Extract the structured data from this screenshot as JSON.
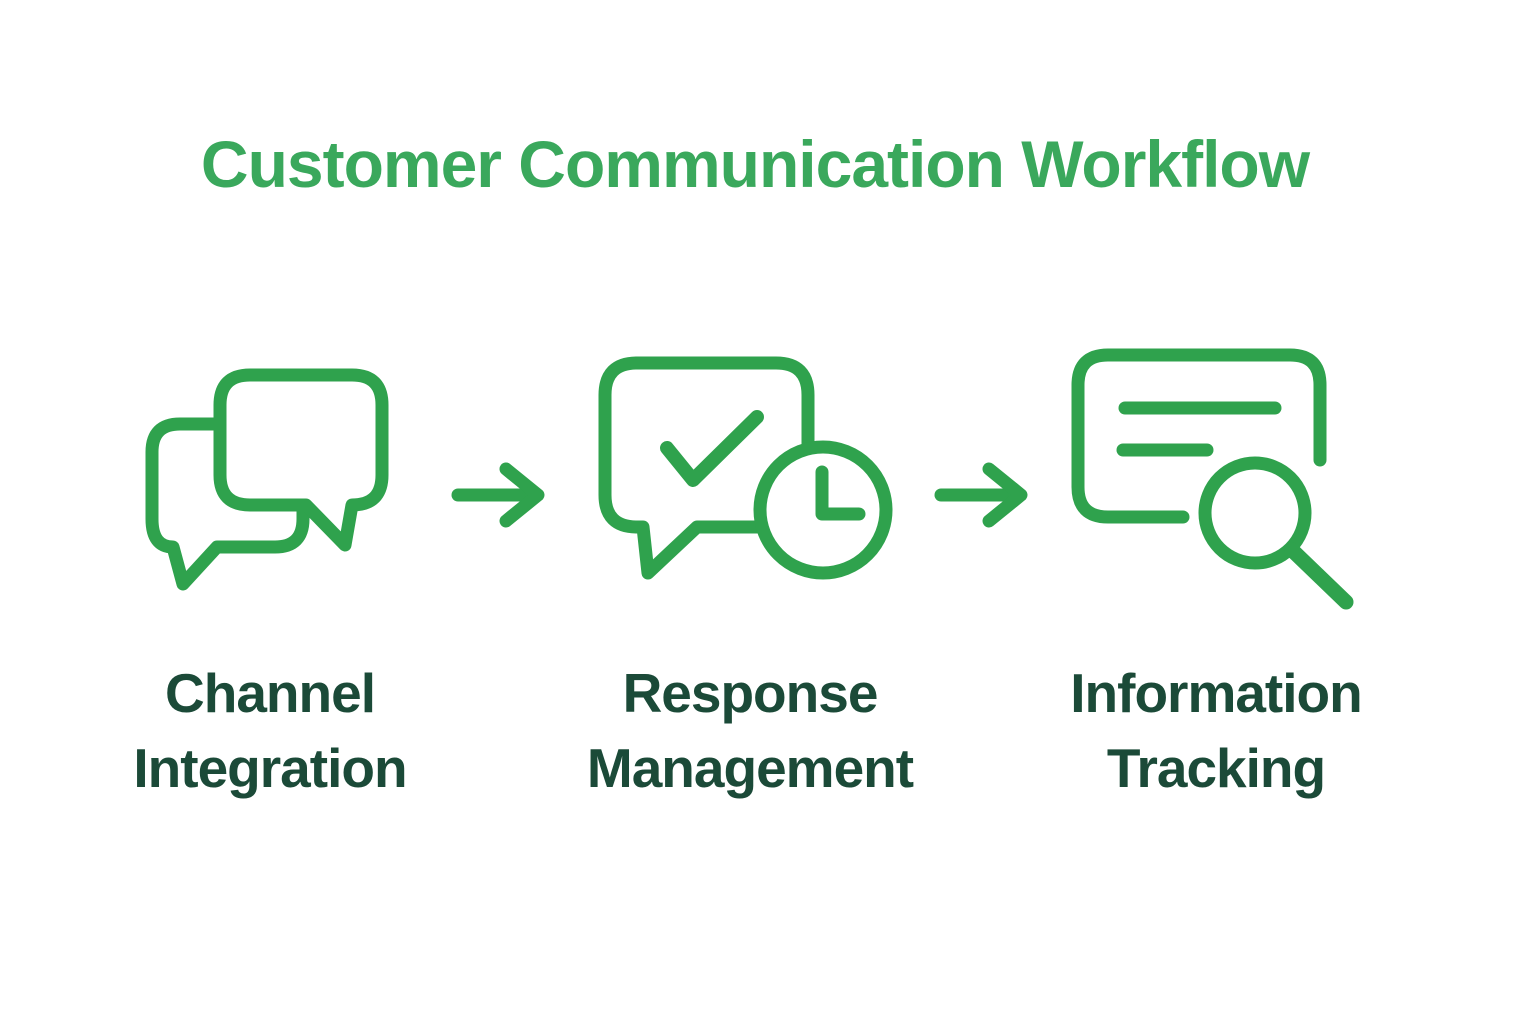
{
  "title": "Customer Communication Workflow",
  "colors": {
    "bg": "#ffffff",
    "title_green": "#3aa85c",
    "icon_green": "#2fa24d",
    "label_green": "#1b4a38"
  },
  "steps": [
    {
      "label": "Channel Integration",
      "icon": "chat-bubbles-icon"
    },
    {
      "label": "Response Management",
      "icon": "checked-message-clock-icon"
    },
    {
      "label": "Information Tracking",
      "icon": "document-search-icon"
    }
  ],
  "connectors": [
    {
      "icon": "right-arrow-icon"
    },
    {
      "icon": "right-arrow-icon"
    }
  ]
}
